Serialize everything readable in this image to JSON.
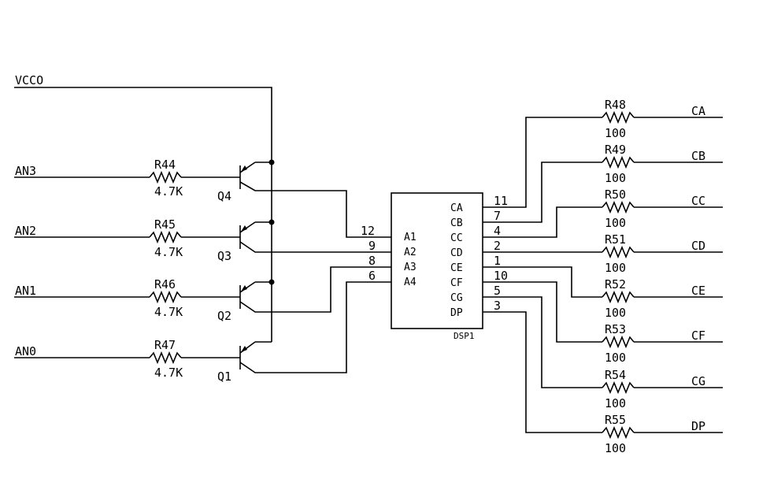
{
  "vcc_label": "VCCO",
  "transistor_stages": [
    {
      "input": "AN3",
      "resistor": "R44",
      "value": "4.7K",
      "transistor": "Q4",
      "pin": "12",
      "anode": "A1"
    },
    {
      "input": "AN2",
      "resistor": "R45",
      "value": "4.7K",
      "transistor": "Q3",
      "pin": "9",
      "anode": "A2"
    },
    {
      "input": "AN1",
      "resistor": "R46",
      "value": "4.7K",
      "transistor": "Q2",
      "pin": "8",
      "anode": "A3"
    },
    {
      "input": "AN0",
      "resistor": "R47",
      "value": "4.7K",
      "transistor": "Q1",
      "pin": "6",
      "anode": "A4"
    }
  ],
  "display": {
    "ref": "DSP1",
    "segments": [
      {
        "pin_label": "CA",
        "pin": "11",
        "resistor": "R48",
        "value": "100",
        "net": "CA"
      },
      {
        "pin_label": "CB",
        "pin": "7",
        "resistor": "R49",
        "value": "100",
        "net": "CB"
      },
      {
        "pin_label": "CC",
        "pin": "4",
        "resistor": "R50",
        "value": "100",
        "net": "CC"
      },
      {
        "pin_label": "CD",
        "pin": "2",
        "resistor": "R51",
        "value": "100",
        "net": "CD"
      },
      {
        "pin_label": "CE",
        "pin": "1",
        "resistor": "R52",
        "value": "100",
        "net": "CE"
      },
      {
        "pin_label": "CF",
        "pin": "10",
        "resistor": "R53",
        "value": "100",
        "net": "CF"
      },
      {
        "pin_label": "CG",
        "pin": "5",
        "resistor": "R54",
        "value": "100",
        "net": "CG"
      },
      {
        "pin_label": "DP",
        "pin": "3",
        "resistor": "R55",
        "value": "100",
        "net": "DP"
      }
    ]
  }
}
